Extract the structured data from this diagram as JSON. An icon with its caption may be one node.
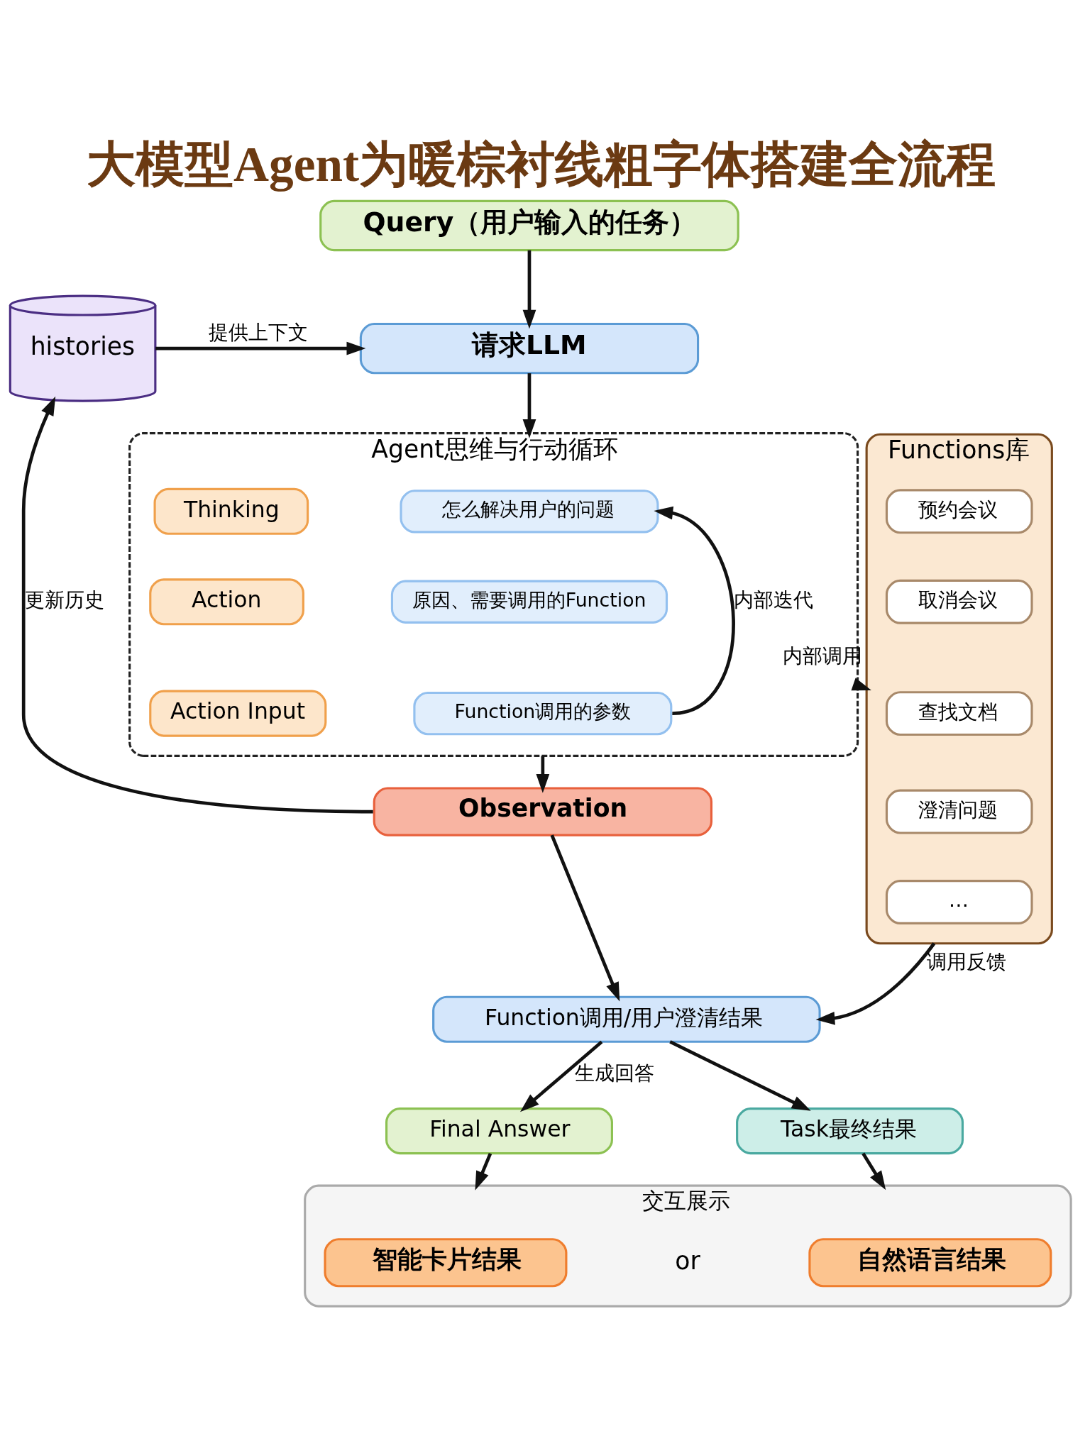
{
  "diagram": {
    "title": "大模型Agent为暖棕衬线粗字体搭建全流程",
    "nodes": [
      {
        "text": [
          "Query（用户输入的任务）"
        ]
      },
      {
        "text": [
          "histories"
        ]
      },
      {
        "text": [
          "请求LLM"
        ]
      },
      {
        "text": [
          "Agent思维与行动循环"
        ]
      },
      {
        "text": [
          "Thinking"
        ],
        "in": 3
      },
      {
        "text": [
          "怎么解决用户的问题"
        ],
        "in": 3
      },
      {
        "text": [
          "Action"
        ],
        "in": 3
      },
      {
        "text": [
          "原因、需要调用的Function"
        ],
        "in": 3
      },
      {
        "text": [
          "Action Input"
        ],
        "in": 3
      },
      {
        "text": [
          "Function调用的参数"
        ],
        "in": 3
      },
      {
        "text": [
          "Functions库"
        ]
      },
      {
        "text": [
          "预约会议"
        ],
        "in": 10
      },
      {
        "text": [
          "取消会议"
        ],
        "in": 10
      },
      {
        "text": [
          "查找文档"
        ],
        "in": 10
      },
      {
        "text": [
          "澄清问题"
        ],
        "in": 10
      },
      {
        "text": [
          "…"
        ],
        "in": 10
      },
      {
        "text": [
          "Observation"
        ]
      },
      {
        "text": [
          "Function调用/用户澄清结果"
        ]
      },
      {
        "text": [
          "Final Answer"
        ]
      },
      {
        "text": [
          "Task最终结果"
        ]
      },
      {
        "text": [
          "交互展示"
        ]
      },
      {
        "text": [
          "智能卡片结果"
        ],
        "in": 20
      },
      {
        "text": [
          "自然语言结果"
        ],
        "in": 20
      }
    ],
    "edges": [
      {
        "from": 0,
        "to": 2,
        "arrow": "to"
      },
      {
        "from": 1,
        "to": 2,
        "arrow": "to",
        "label": "提供上下文"
      },
      {
        "from": 2,
        "to": 3,
        "arrow": "to"
      },
      {
        "from": 3,
        "to": 10,
        "arrow": "to",
        "label": "内部调用"
      },
      {
        "from": 9,
        "to": 5,
        "arrow": "to",
        "label": "内部迭代"
      },
      {
        "from": 3,
        "to": 16,
        "arrow": "to"
      },
      {
        "from": 16,
        "to": 1,
        "arrow": "to",
        "label": "更新历史"
      },
      {
        "from": 16,
        "to": 17,
        "arrow": "to"
      },
      {
        "from": 10,
        "to": 17,
        "arrow": "to",
        "label": "调用反馈"
      },
      {
        "from": 17,
        "to": 18,
        "arrow": "to",
        "label": "生成回答"
      },
      {
        "from": 17,
        "to": 19,
        "arrow": "to"
      },
      {
        "from": 18,
        "to": 20,
        "arrow": "to"
      },
      {
        "from": 19,
        "to": 20,
        "arrow": "to"
      }
    ],
    "labels": [
      "or"
    ]
  }
}
